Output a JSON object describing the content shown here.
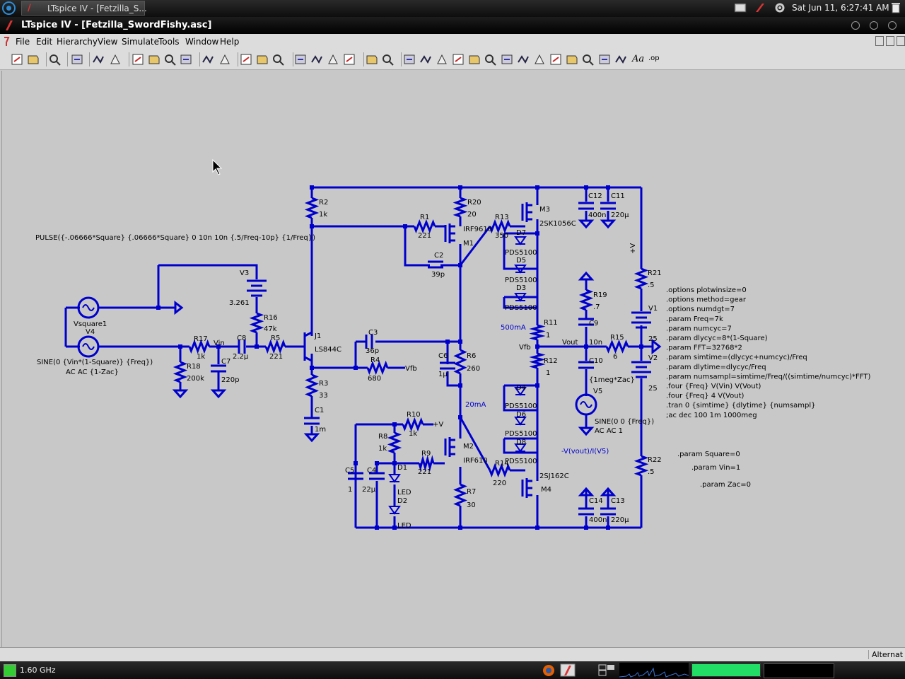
{
  "taskbar": {
    "task_title": "LTspice IV - [Fetzilla_S...",
    "clock": "Sat Jun 11,  6:27:41 AM"
  },
  "window": {
    "title": "LTspice IV - [Fetzilla_SwordFishy.asc]"
  },
  "menu": [
    "File",
    "Edit",
    "Hierarchy",
    "View",
    "Simulate",
    "Tools",
    "Window",
    "Help"
  ],
  "toolbar": {
    "icons": [
      "new-schematic-icon",
      "open-icon",
      "save-icon",
      "control-panel-icon",
      "run-icon",
      "halt-icon",
      "zoom-in-icon",
      "zoom-pan-icon",
      "zoom-out-icon",
      "zoom-cancel-icon",
      "autorange-icon",
      "grid-icon",
      "tile-horizontal-icon",
      "cascade-icon",
      "tile-vertical-icon",
      "cut-icon",
      "copy-icon",
      "paste-icon",
      "find-icon",
      "print-setup-icon",
      "print-icon",
      "wire-icon",
      "ground-icon",
      "label-icon",
      "resistor-icon",
      "capacitor-icon",
      "inductor-icon",
      "diode-icon",
      "component-icon",
      "move-icon",
      "drag-icon",
      "undo-icon",
      "redo-icon",
      "rotate-icon",
      "mirror-icon",
      "text-icon",
      "spice-directive-icon"
    ],
    "text_label": "Aa",
    "op_label": ".op"
  },
  "schematic": {
    "labels": [
      {
        "id": "r2",
        "text": "R2"
      },
      {
        "id": "r2v",
        "text": "1k"
      },
      {
        "id": "pulse",
        "text": "PULSE({-.06666*Square} {.06666*Square} 0 10n 10n {.5/Freq-10p} {1/Freq})"
      },
      {
        "id": "v3",
        "text": "V3"
      },
      {
        "id": "v3v",
        "text": "3.261"
      },
      {
        "id": "r16",
        "text": "R16"
      },
      {
        "id": "r16v",
        "text": "47k"
      },
      {
        "id": "vsq",
        "text": "Vsquare1"
      },
      {
        "id": "v4",
        "text": "V4"
      },
      {
        "id": "r17",
        "text": "R17"
      },
      {
        "id": "r17v",
        "text": "1k"
      },
      {
        "id": "vin",
        "text": "Vin"
      },
      {
        "id": "c8",
        "text": "C8"
      },
      {
        "id": "c8v",
        "text": "2.2µ"
      },
      {
        "id": "r5",
        "text": "R5"
      },
      {
        "id": "r5v",
        "text": "221"
      },
      {
        "id": "r18",
        "text": "R18"
      },
      {
        "id": "r18v",
        "text": "200k"
      },
      {
        "id": "c7",
        "text": "C7"
      },
      {
        "id": "c7v",
        "text": "220p"
      },
      {
        "id": "sine1",
        "text": "SINE(0 {Vin*(1-Square)} {Freq})"
      },
      {
        "id": "acac",
        "text": "AC AC {1-Zac}"
      },
      {
        "id": "j1",
        "text": "J1"
      },
      {
        "id": "j1v",
        "text": "LS844C"
      },
      {
        "id": "r3",
        "text": "R3"
      },
      {
        "id": "r3v",
        "text": "33"
      },
      {
        "id": "c1",
        "text": "C1"
      },
      {
        "id": "c1v",
        "text": "1m"
      },
      {
        "id": "r1",
        "text": "R1"
      },
      {
        "id": "r1v",
        "text": "221"
      },
      {
        "id": "r20",
        "text": "R20"
      },
      {
        "id": "r20v",
        "text": "20"
      },
      {
        "id": "irf9610",
        "text": "IRF9610"
      },
      {
        "id": "m1",
        "text": "M1"
      },
      {
        "id": "c2",
        "text": "C2"
      },
      {
        "id": "c2v",
        "text": "39p"
      },
      {
        "id": "r13",
        "text": "R13"
      },
      {
        "id": "r13v",
        "text": "350"
      },
      {
        "id": "m3",
        "text": "M3"
      },
      {
        "id": "m3v",
        "text": "2SK1056C"
      },
      {
        "id": "d7",
        "text": "D7"
      },
      {
        "id": "d7v",
        "text": "PDS5100"
      },
      {
        "id": "d5",
        "text": "D5"
      },
      {
        "id": "d5v",
        "text": "PDS5100"
      },
      {
        "id": "d3",
        "text": "D3"
      },
      {
        "id": "d3v",
        "text": "PDS5100"
      },
      {
        "id": "c12",
        "text": "C12"
      },
      {
        "id": "c12v",
        "text": "400n"
      },
      {
        "id": "c11",
        "text": "C11"
      },
      {
        "id": "c11v",
        "text": "220µ"
      },
      {
        "id": "pv",
        "text": "+V"
      },
      {
        "id": "r21",
        "text": "R21"
      },
      {
        "id": "r21v",
        "text": ".5"
      },
      {
        "id": "r19",
        "text": "R19"
      },
      {
        "id": "r19v",
        "text": ".7"
      },
      {
        "id": "c3",
        "text": "C3"
      },
      {
        "id": "c3v",
        "text": "36p"
      },
      {
        "id": "c6",
        "text": "C6"
      },
      {
        "id": "c6v",
        "text": "1µ"
      },
      {
        "id": "r6",
        "text": "R6"
      },
      {
        "id": "r6v",
        "text": "260"
      },
      {
        "id": "r4",
        "text": "R4"
      },
      {
        "id": "r4v",
        "text": "680"
      },
      {
        "id": "vfb1",
        "text": "Vfb"
      },
      {
        "id": "500ma",
        "text": "500mA"
      },
      {
        "id": "r11",
        "text": "R11"
      },
      {
        "id": "r11v",
        "text": "1"
      },
      {
        "id": "vfb2",
        "text": "Vfb"
      },
      {
        "id": "vout",
        "text": "Vout"
      },
      {
        "id": "c9",
        "text": "C9"
      },
      {
        "id": "c9v",
        "text": "10n"
      },
      {
        "id": "r15",
        "text": "R15"
      },
      {
        "id": "r15v",
        "text": "6"
      },
      {
        "id": "v1",
        "text": "V1"
      },
      {
        "id": "v1v",
        "text": "25"
      },
      {
        "id": "v2",
        "text": "V2"
      },
      {
        "id": "v2v",
        "text": "25"
      },
      {
        "id": "r12",
        "text": "R12"
      },
      {
        "id": "r12v",
        "text": "1"
      },
      {
        "id": "c10",
        "text": "C10"
      },
      {
        "id": "zac",
        "text": "{1meg*Zac}"
      },
      {
        "id": "v5",
        "text": "V5"
      },
      {
        "id": "20ma",
        "text": "20mA"
      },
      {
        "id": "d4",
        "text": "D4"
      },
      {
        "id": "d4v",
        "text": "PDS5100"
      },
      {
        "id": "d6",
        "text": "D6"
      },
      {
        "id": "d6v",
        "text": "PDS5100"
      },
      {
        "id": "d8",
        "text": "D8"
      },
      {
        "id": "d8v",
        "text": "PDS5100"
      },
      {
        "id": "sine2",
        "text": "SINE(0 0 {Freq})"
      },
      {
        "id": "acac1",
        "text": "AC AC 1"
      },
      {
        "id": "vexpr",
        "text": "-V(vout)/I(V5)"
      },
      {
        "id": "r10",
        "text": "R10"
      },
      {
        "id": "r10v",
        "text": "1k"
      },
      {
        "id": "pv2",
        "text": "+V"
      },
      {
        "id": "r8",
        "text": "R8"
      },
      {
        "id": "r8v",
        "text": "1k"
      },
      {
        "id": "m2",
        "text": "M2"
      },
      {
        "id": "irf610",
        "text": "IRF610"
      },
      {
        "id": "r9",
        "text": "R9"
      },
      {
        "id": "r9v",
        "text": "221"
      },
      {
        "id": "c5",
        "text": "C5"
      },
      {
        "id": "c5v",
        "text": "1"
      },
      {
        "id": "c4",
        "text": "C4"
      },
      {
        "id": "c4v",
        "text": "22µ"
      },
      {
        "id": "d1",
        "text": "D1"
      },
      {
        "id": "led1",
        "text": "LED"
      },
      {
        "id": "d2",
        "text": "D2"
      },
      {
        "id": "led2",
        "text": "LED"
      },
      {
        "id": "r14",
        "text": "R14"
      },
      {
        "id": "r14v",
        "text": "220"
      },
      {
        "id": "m4v",
        "text": "2SJ162C"
      },
      {
        "id": "m4",
        "text": "M4"
      },
      {
        "id": "r7",
        "text": "R7"
      },
      {
        "id": "r7v",
        "text": "30"
      },
      {
        "id": "c14",
        "text": "C14"
      },
      {
        "id": "c14v",
        "text": "400n"
      },
      {
        "id": "c13",
        "text": "C13"
      },
      {
        "id": "c13v",
        "text": "220µ"
      },
      {
        "id": "r22",
        "text": "R22"
      },
      {
        "id": "r22v",
        "text": ".5"
      },
      {
        "id": "psq",
        "text": ".param Square=0"
      },
      {
        "id": "pvin",
        "text": ".param Vin=1"
      },
      {
        "id": "pzac",
        "text": ".param Zac=0"
      }
    ],
    "directives": [
      ".options plotwinsize=0",
      ".options method=gear",
      ".options numdgt=7",
      ".param Freq=7k",
      ".param numcyc=7",
      ".param dlycyc=8*(1-Square)",
      ".param FFT=32768*2",
      ".param simtime=(dlycyc+numcyc)/Freq",
      ".param dlytime=dlycyc/Freq",
      ".param numsampl=simtime/Freq/((simtime/numcyc)*FFT)",
      ".four {Freq} V(Vin) V(Vout)",
      ".four {Freq} 4 V(Vout)",
      ".tran 0 {simtime} {dlytime} {numsampl}",
      ";ac dec 100 1m 1000meg"
    ]
  },
  "status": {
    "text": "Alternat",
    "cpu": "1.60 GHz"
  },
  "colors": {
    "wire": "#0000cc",
    "canvas": "#c8c8c8",
    "meter": "#22dd66"
  }
}
